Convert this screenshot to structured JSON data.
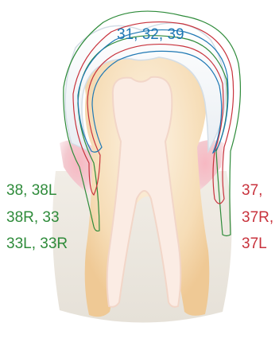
{
  "colors": {
    "blue": "#1f78b4",
    "green": "#2e8b3a",
    "red": "#c8323c"
  },
  "labels": {
    "top": "31, 32, 39",
    "left_line1": "38, 38L",
    "left_line2": "38R, 33",
    "left_line3": "33L, 33R",
    "right_line1": "37,",
    "right_line2": "37R,",
    "right_line3": "37L"
  }
}
